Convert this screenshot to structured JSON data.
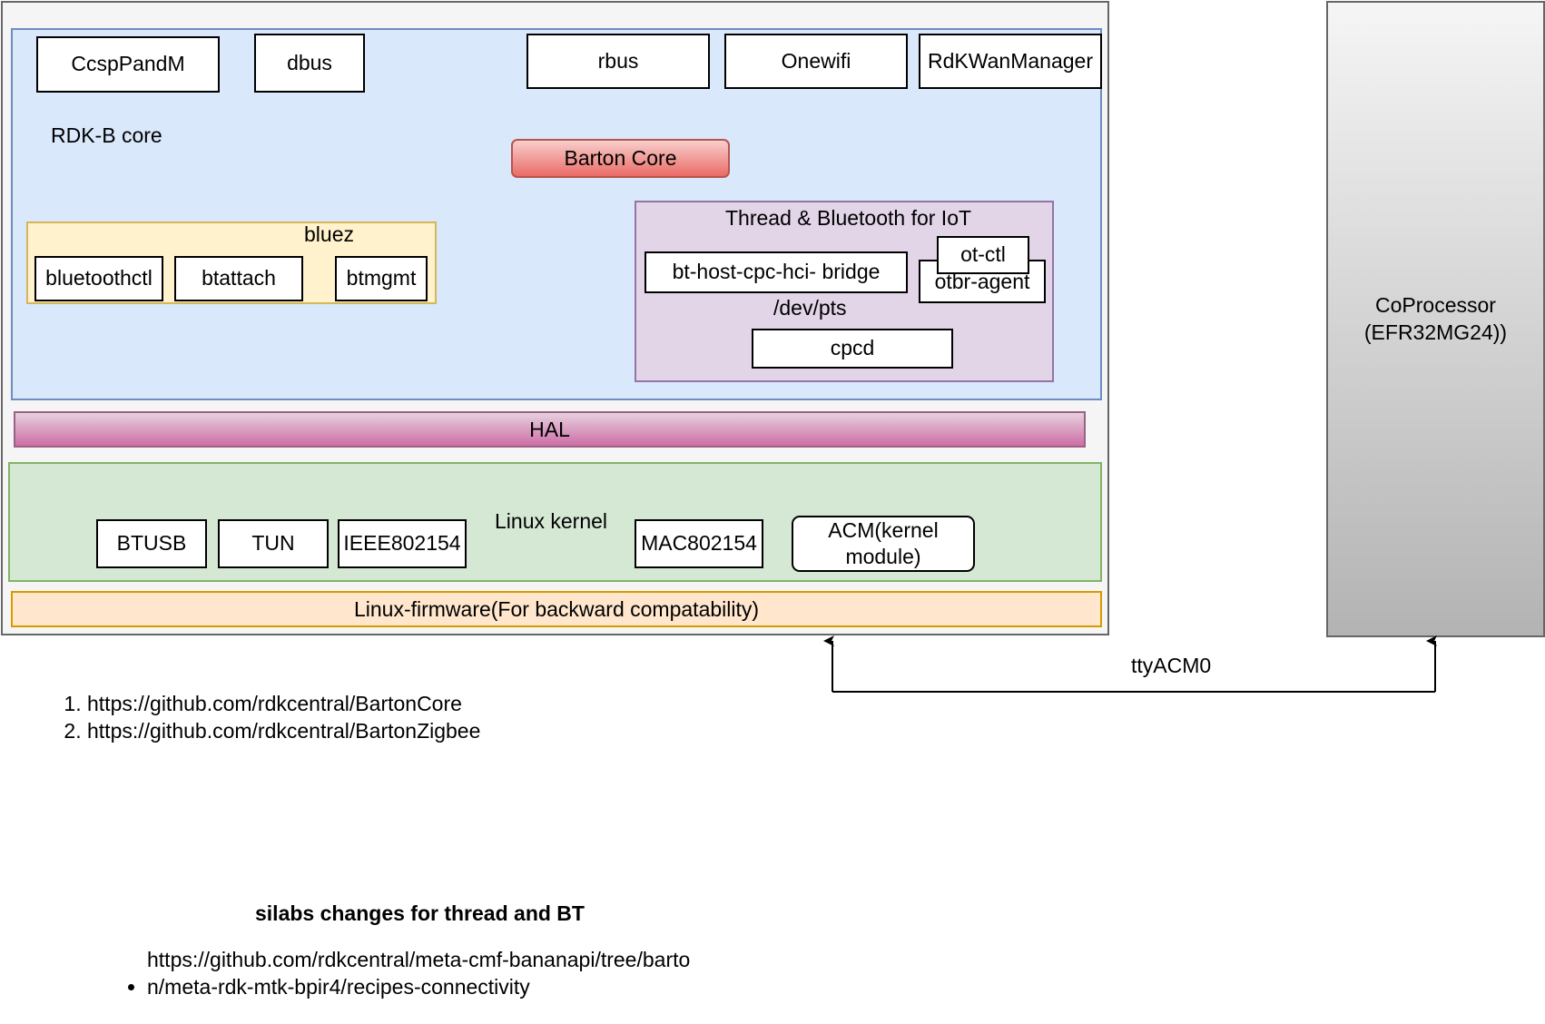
{
  "rdkb": {
    "label": "RDK-B core",
    "components": [
      "CcspPandM",
      "dbus",
      "rbus",
      "Onewifi",
      "RdKWanManager"
    ],
    "barton_core": "Barton Core"
  },
  "bluez": {
    "label": "bluez",
    "items": [
      "bluetoothctl",
      "btattach",
      "btmgmt"
    ]
  },
  "thread_bt": {
    "label": "Thread & Bluetooth for IoT",
    "bridge": "bt-host-cpc-hci- bridge",
    "otbr_agent": "otbr-agent",
    "ot_ctl": "ot-ctl",
    "pts": "/dev/pts",
    "cpcd": "cpcd"
  },
  "hal": {
    "label": "HAL"
  },
  "kernel": {
    "label": "Linux kernel",
    "modules": [
      "BTUSB",
      "TUN",
      "IEEE802154",
      "MAC802154",
      "ACM(kernel module)"
    ]
  },
  "firmware": {
    "label": "Linux-firmware(For backward compatability)"
  },
  "coprocessor": {
    "label": "CoProcessor (EFR32MG24))"
  },
  "link": {
    "label": "ttyACM0"
  },
  "references": [
    "https://github.com/rdkcentral/BartonCore",
    "https://github.com/rdkcentral/BartonZigbee"
  ],
  "silabs": {
    "heading": "silabs changes for thread and BT",
    "link": "https://github.com/rdkcentral/meta-cmf-bananapi/tree/barton/meta-rdk-mtk-bpir4/recipes-connectivity"
  },
  "colors": {
    "rdkb_fill": "#dae8fc",
    "bluez_fill": "#fff2cc",
    "thread_fill": "#e1d5e7",
    "kernel_fill": "#d5e8d4",
    "firmware_fill": "#ffe6cc",
    "hal_accent": "#cd6ea5",
    "barton_accent": "#ea6b66",
    "coprocessor_fill": "#b3b3b3"
  }
}
